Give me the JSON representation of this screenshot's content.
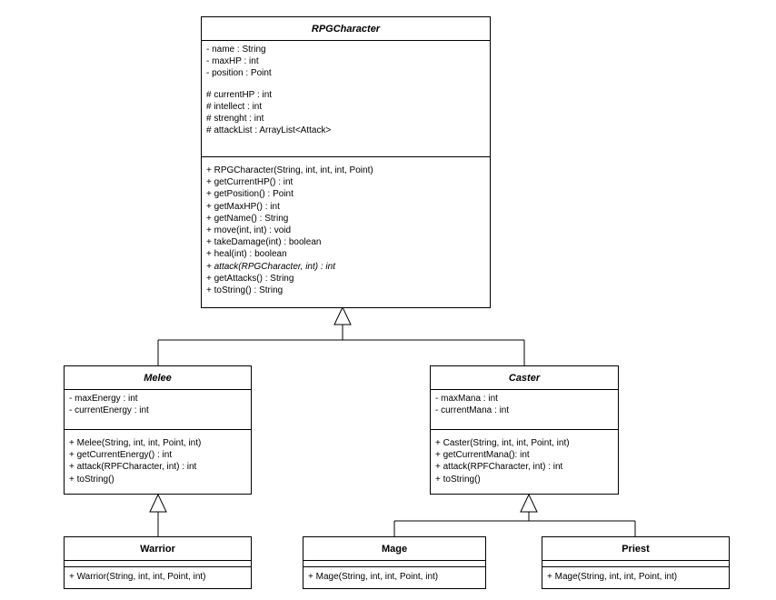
{
  "classes": {
    "rpg": {
      "name": "RPGCharacter",
      "attributes_private": [
        "- name : String",
        "- maxHP : int",
        "- position : Point"
      ],
      "attributes_protected": [
        "# currentHP : int",
        "# intellect : int",
        "# strenght : int",
        "# attackList : ArrayList<Attack>"
      ],
      "methods": [
        "+ RPGCharacter(String, int, int, int, Point)",
        "+ getCurrentHP() : int",
        "+ getPosition() : Point",
        "+ getMaxHP() : int",
        "+ getName() : String",
        "+ move(int, int) : void",
        "+ takeDamage(int) : boolean",
        "+ heal(int) : boolean",
        "+ attack(RPGCharacter, int) : int",
        "+ getAttacks() : String",
        "+ toString() : String"
      ]
    },
    "melee": {
      "name": "Melee",
      "attributes": [
        "- maxEnergy : int",
        "- currentEnergy : int"
      ],
      "methods": [
        "+ Melee(String, int, int, Point, int)",
        "+ getCurrentEnergy() : int",
        "+ attack(RPFCharacter, int) : int",
        "+ toString()"
      ]
    },
    "caster": {
      "name": "Caster",
      "attributes": [
        "- maxMana : int",
        "- currentMana : int"
      ],
      "methods": [
        "+ Caster(String, int, int, Point, int)",
        "+ getCurrentMana(): int",
        "+ attack(RPFCharacter, int) : int",
        "+ toString()"
      ]
    },
    "warrior": {
      "name": "Warrior",
      "methods": [
        "+ Warrior(String, int, int, Point, int)"
      ]
    },
    "mage": {
      "name": "Mage",
      "methods": [
        "+ Mage(String, int, int, Point, int)"
      ]
    },
    "priest": {
      "name": "Priest",
      "methods": [
        "+ Mage(String, int, int, Point, int)"
      ]
    }
  }
}
